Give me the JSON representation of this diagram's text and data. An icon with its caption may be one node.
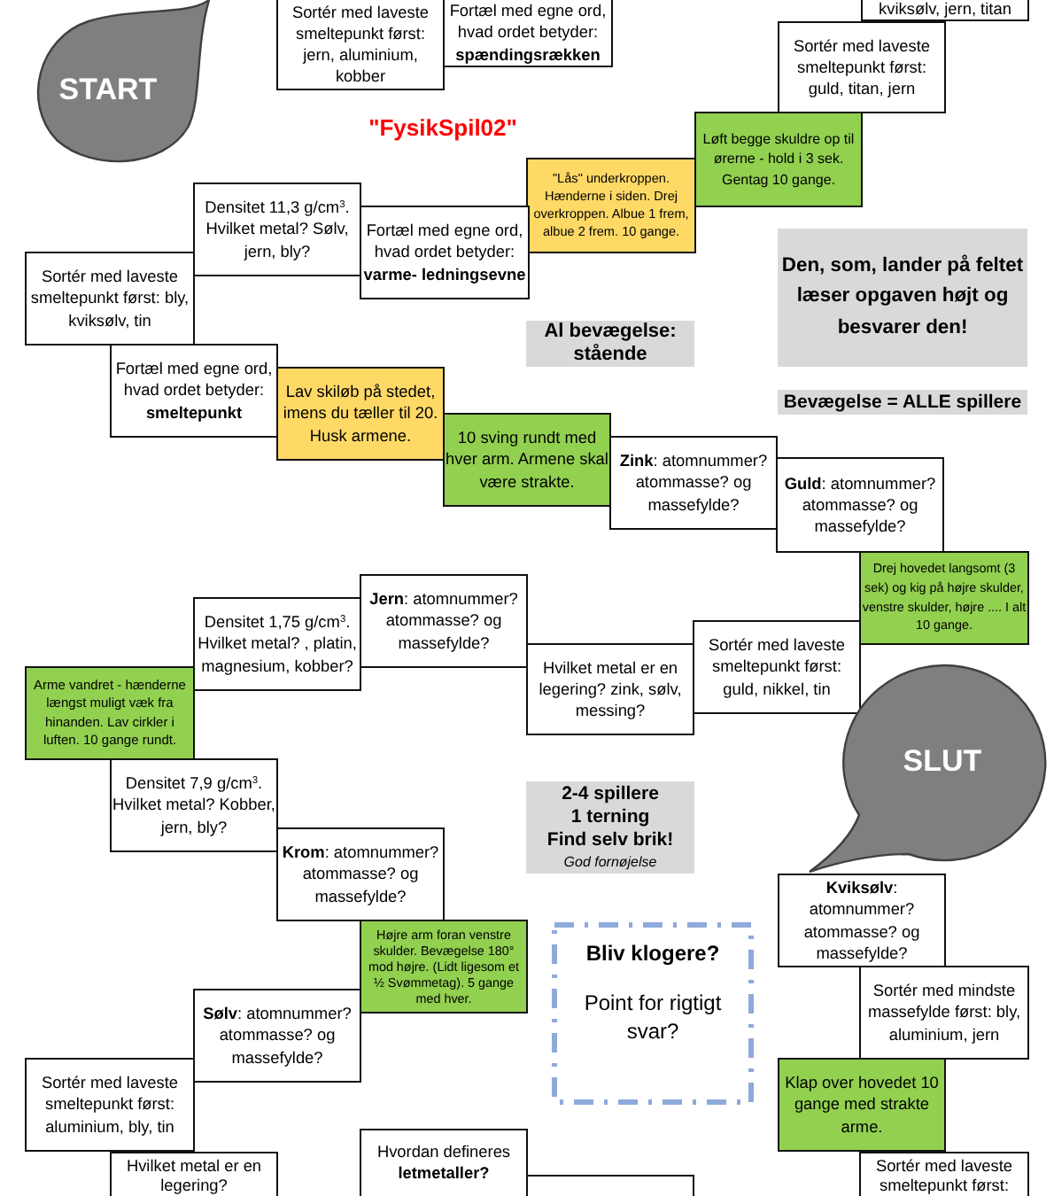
{
  "diagram": {
    "title": "\"FysikSpil02\"",
    "nodes": [
      {
        "text": [
          "START"
        ]
      },
      {
        "text": [
          "Sortér med laveste smeltepunkt først: jern, aluminium, kobber"
        ]
      },
      {
        "text": [
          "Fortæl med egne ord, hvad ordet betyder: **spændingsrækken**"
        ]
      },
      {
        "text": [
          "kviksølv, jern, titan"
        ]
      },
      {
        "text": [
          "Sortér med laveste smeltepunkt først: guld, titan, jern"
        ]
      },
      {
        "text": [
          "Løft begge skuldre op til ørerne - hold i 3 sek. Gentag 10 gange."
        ]
      },
      {
        "text": [
          "\"Lås\" underkroppen. Hænderne i siden. Drej overkroppen. Albue 1 frem, albue 2 frem. 10 gange."
        ]
      },
      {
        "text": [
          "Densitet 11,3 g/cm$^{3}$. Hvilket metal? Sølv, jern, bly?"
        ]
      },
      {
        "text": [
          "Fortæl med egne ord, hvad ordet betyder: **varme- ledningsevne**"
        ]
      },
      {
        "text": [
          "Den, som, lander på feltet læser opgaven højt og besvarer den!"
        ]
      },
      {
        "text": [
          "Sortér med laveste smeltepunkt først: bly, kviksølv, tin"
        ]
      },
      {
        "text": [
          "Al bevægelse: stående"
        ]
      },
      {
        "text": [
          "Fortæl med egne ord, hvad ordet betyder: **smeltepunkt**"
        ]
      },
      {
        "text": [
          "Lav skiløb på stedet, imens du tæller til 20. Husk armene."
        ]
      },
      {
        "text": [
          "Bevægelse = ALLE spillere"
        ]
      },
      {
        "text": [
          "10 sving rundt med hver arm. Armene skal være strakte."
        ]
      },
      {
        "text": [
          "**Zink**: atomnummer? atommasse? og massefylde?"
        ]
      },
      {
        "text": [
          "**Guld**: atomnummer? atommasse? og massefylde?"
        ]
      },
      {
        "text": [
          "Drej hovedet langsomt (3 sek) og kig på højre skulder, venstre skulder, højre .... I alt 10 gange."
        ]
      },
      {
        "text": [
          "**Jern**: atomnummer? atommasse? og massefylde?"
        ]
      },
      {
        "text": [
          "Densitet 1,75 g/cm$^{3}$. Hvilket metal? , platin, magnesium, kobber?"
        ]
      },
      {
        "text": [
          "Sortér med laveste smeltepunkt først: guld, nikkel, tin"
        ]
      },
      {
        "text": [
          "Hvilket metal er en legering? zink, sølv, messing?"
        ]
      },
      {
        "text": [
          "SLUT"
        ]
      },
      {
        "text": [
          "Arme vandret - hænderne længst muligt væk fra hinanden. Lav cirkler i luften. 10 gange rundt."
        ]
      },
      {
        "text": [
          "Densitet 7,9 g/cm$^{3}$. Hvilket metal? Kobber, jern, bly?"
        ]
      },
      {
        "text": [
          "2-4 spillere",
          "1 terning",
          "Find selv brik!",
          "God fornøjelse"
        ]
      },
      {
        "text": [
          "**Krom**: atomnummer? atommasse? og massefylde?"
        ]
      },
      {
        "text": [
          "**Kviksølv**: atomnummer? atommasse? og massefylde?"
        ]
      },
      {
        "text": [
          "Højre arm foran venstre skulder. Bevægelse 180° mod højre. (Lidt ligesom et ½ Svømmetag). 5 gange med hver."
        ]
      },
      {
        "text": [
          "Bliv klogere?",
          "Point for rigtigt svar?"
        ]
      },
      {
        "text": [
          "Sortér med mindste massefylde først: bly, aluminium, jern"
        ]
      },
      {
        "text": [
          "**Sølv**: atomnummer? atommasse? og massefylde?"
        ]
      },
      {
        "text": [
          "Klap over hovedet 10 gange med strakte arme."
        ]
      },
      {
        "text": [
          "Sortér med laveste smeltepunkt først: aluminium, bly, tin"
        ]
      },
      {
        "text": [
          "Hvordan defineres **letmetaller?**"
        ]
      },
      {
        "text": [
          "Hvilket metal er en legering?"
        ]
      },
      {
        "text": [
          "Sortér med laveste smeltepunkt først:"
        ]
      },
      {
        "text": [],
        "shape": "box"
      }
    ]
  }
}
